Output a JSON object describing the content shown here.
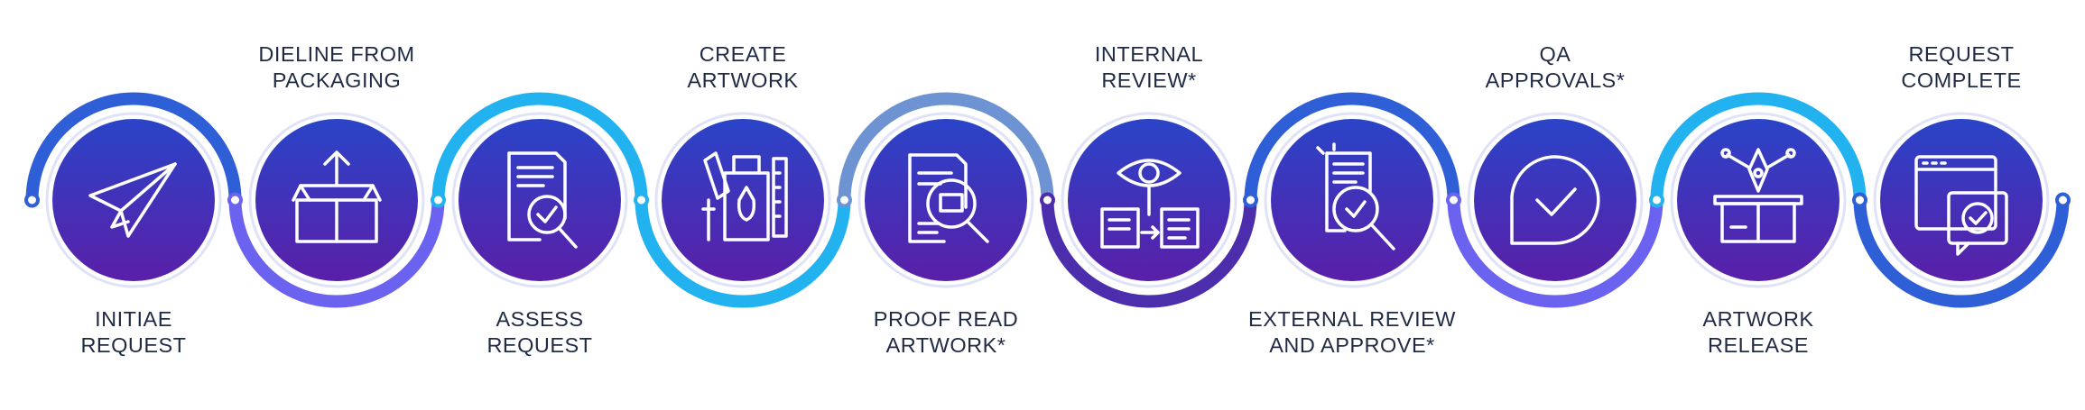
{
  "colors": {
    "arc_blue": "#2e5fd6",
    "arc_cyan": "#22b2ef",
    "arc_violet": "#6b63f0",
    "arc_steel": "#6e93d2",
    "arc_purple": "#4c2dab",
    "circle_top": "#2a44c8",
    "circle_bottom": "#5a1fa8",
    "icon_stroke": "#ffffff",
    "text": "#1f2a44"
  },
  "steps": [
    {
      "key": "initiate",
      "label_lines": [
        "INITIAE",
        "REQUEST"
      ],
      "label_pos": "bottom",
      "icon": "paper-plane-icon",
      "arc": "top",
      "arc_color": "arc_blue"
    },
    {
      "key": "dieline",
      "label_lines": [
        "DIELINE FROM",
        "PACKAGING"
      ],
      "label_pos": "top",
      "icon": "box-upload-icon",
      "arc": "bottom",
      "arc_color": "arc_violet"
    },
    {
      "key": "assess",
      "label_lines": [
        "ASSESS",
        "REQUEST"
      ],
      "label_pos": "bottom",
      "icon": "document-search-check-icon",
      "arc": "top",
      "arc_color": "arc_cyan"
    },
    {
      "key": "create",
      "label_lines": [
        "CREATE",
        "ARTWORK"
      ],
      "label_pos": "top",
      "icon": "art-supplies-icon",
      "arc": "bottom",
      "arc_color": "arc_cyan"
    },
    {
      "key": "proofread",
      "label_lines": [
        "PROOF READ",
        "ARTWORK*"
      ],
      "label_pos": "bottom",
      "icon": "document-magnifier-icon",
      "arc": "top",
      "arc_color": "arc_steel"
    },
    {
      "key": "internal",
      "label_lines": [
        "INTERNAL",
        "REVIEW*"
      ],
      "label_pos": "top",
      "icon": "eye-transfer-icon",
      "arc": "bottom",
      "arc_color": "arc_purple"
    },
    {
      "key": "external",
      "label_lines": [
        "EXTERNAL REVIEW",
        "AND APPROVE*"
      ],
      "label_pos": "bottom",
      "icon": "document-review-icon",
      "arc": "top",
      "arc_color": "arc_blue"
    },
    {
      "key": "qa",
      "label_lines": [
        "QA",
        "APPROVALS*"
      ],
      "label_pos": "top",
      "icon": "check-bubble-icon",
      "arc": "bottom",
      "arc_color": "arc_violet"
    },
    {
      "key": "release",
      "label_lines": [
        "ARTWORK",
        "RELEASE"
      ],
      "label_pos": "bottom",
      "icon": "box-release-icon",
      "arc": "top",
      "arc_color": "arc_cyan"
    },
    {
      "key": "complete",
      "label_lines": [
        "REQUEST",
        "COMPLETE"
      ],
      "label_pos": "top",
      "icon": "window-check-icon",
      "arc": "bottom",
      "arc_color": "arc_blue"
    }
  ]
}
